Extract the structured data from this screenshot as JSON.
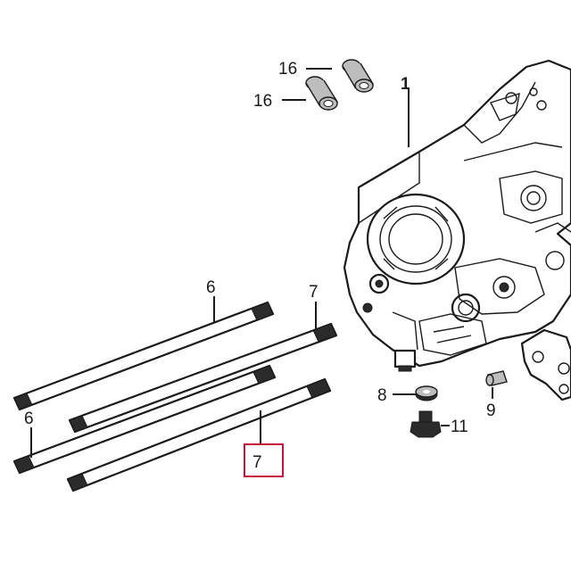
{
  "callouts": {
    "c16a": "16",
    "c16b": "16",
    "c1": "1",
    "c6top": "6",
    "c7top": "7",
    "c6left": "6",
    "c7sel": "7",
    "c8": "8",
    "c9": "9",
    "c11": "11"
  },
  "highlight": {
    "color": "#c8143c",
    "selected_part": "7"
  }
}
